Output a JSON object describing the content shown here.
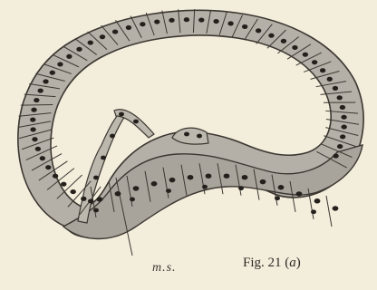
{
  "figure": {
    "caption_prefix": "Fig. 21 (",
    "caption_letter": "a",
    "caption_suffix": ")",
    "label": "m.s."
  },
  "colors": {
    "background": "#f3eddc",
    "cell_fill": "#b5b0a7",
    "cell_line": "#3b3731",
    "nucleus": "#24211d"
  }
}
